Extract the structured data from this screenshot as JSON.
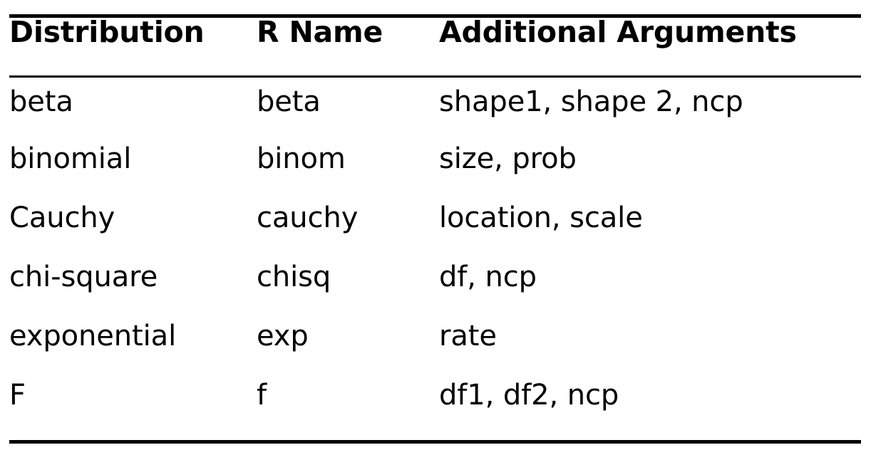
{
  "table": {
    "columns": [
      "Distribution",
      "R Name",
      "Additional Arguments"
    ],
    "rows": [
      {
        "distribution": "beta",
        "r_name": "beta",
        "arguments": "shape1, shape 2, ncp"
      },
      {
        "distribution": "binomial",
        "r_name": "binom",
        "arguments": "size, prob"
      },
      {
        "distribution": "Cauchy",
        "r_name": "cauchy",
        "arguments": "location, scale"
      },
      {
        "distribution": "chi-square",
        "r_name": "chisq",
        "arguments": "df, ncp"
      },
      {
        "distribution": "exponential",
        "r_name": "exp",
        "arguments": "rate"
      },
      {
        "distribution": "F",
        "r_name": "f",
        "arguments": "df1, df2, ncp"
      }
    ]
  },
  "style": {
    "rule_color": "#000000",
    "text_color": "#000000",
    "background": "#ffffff"
  }
}
